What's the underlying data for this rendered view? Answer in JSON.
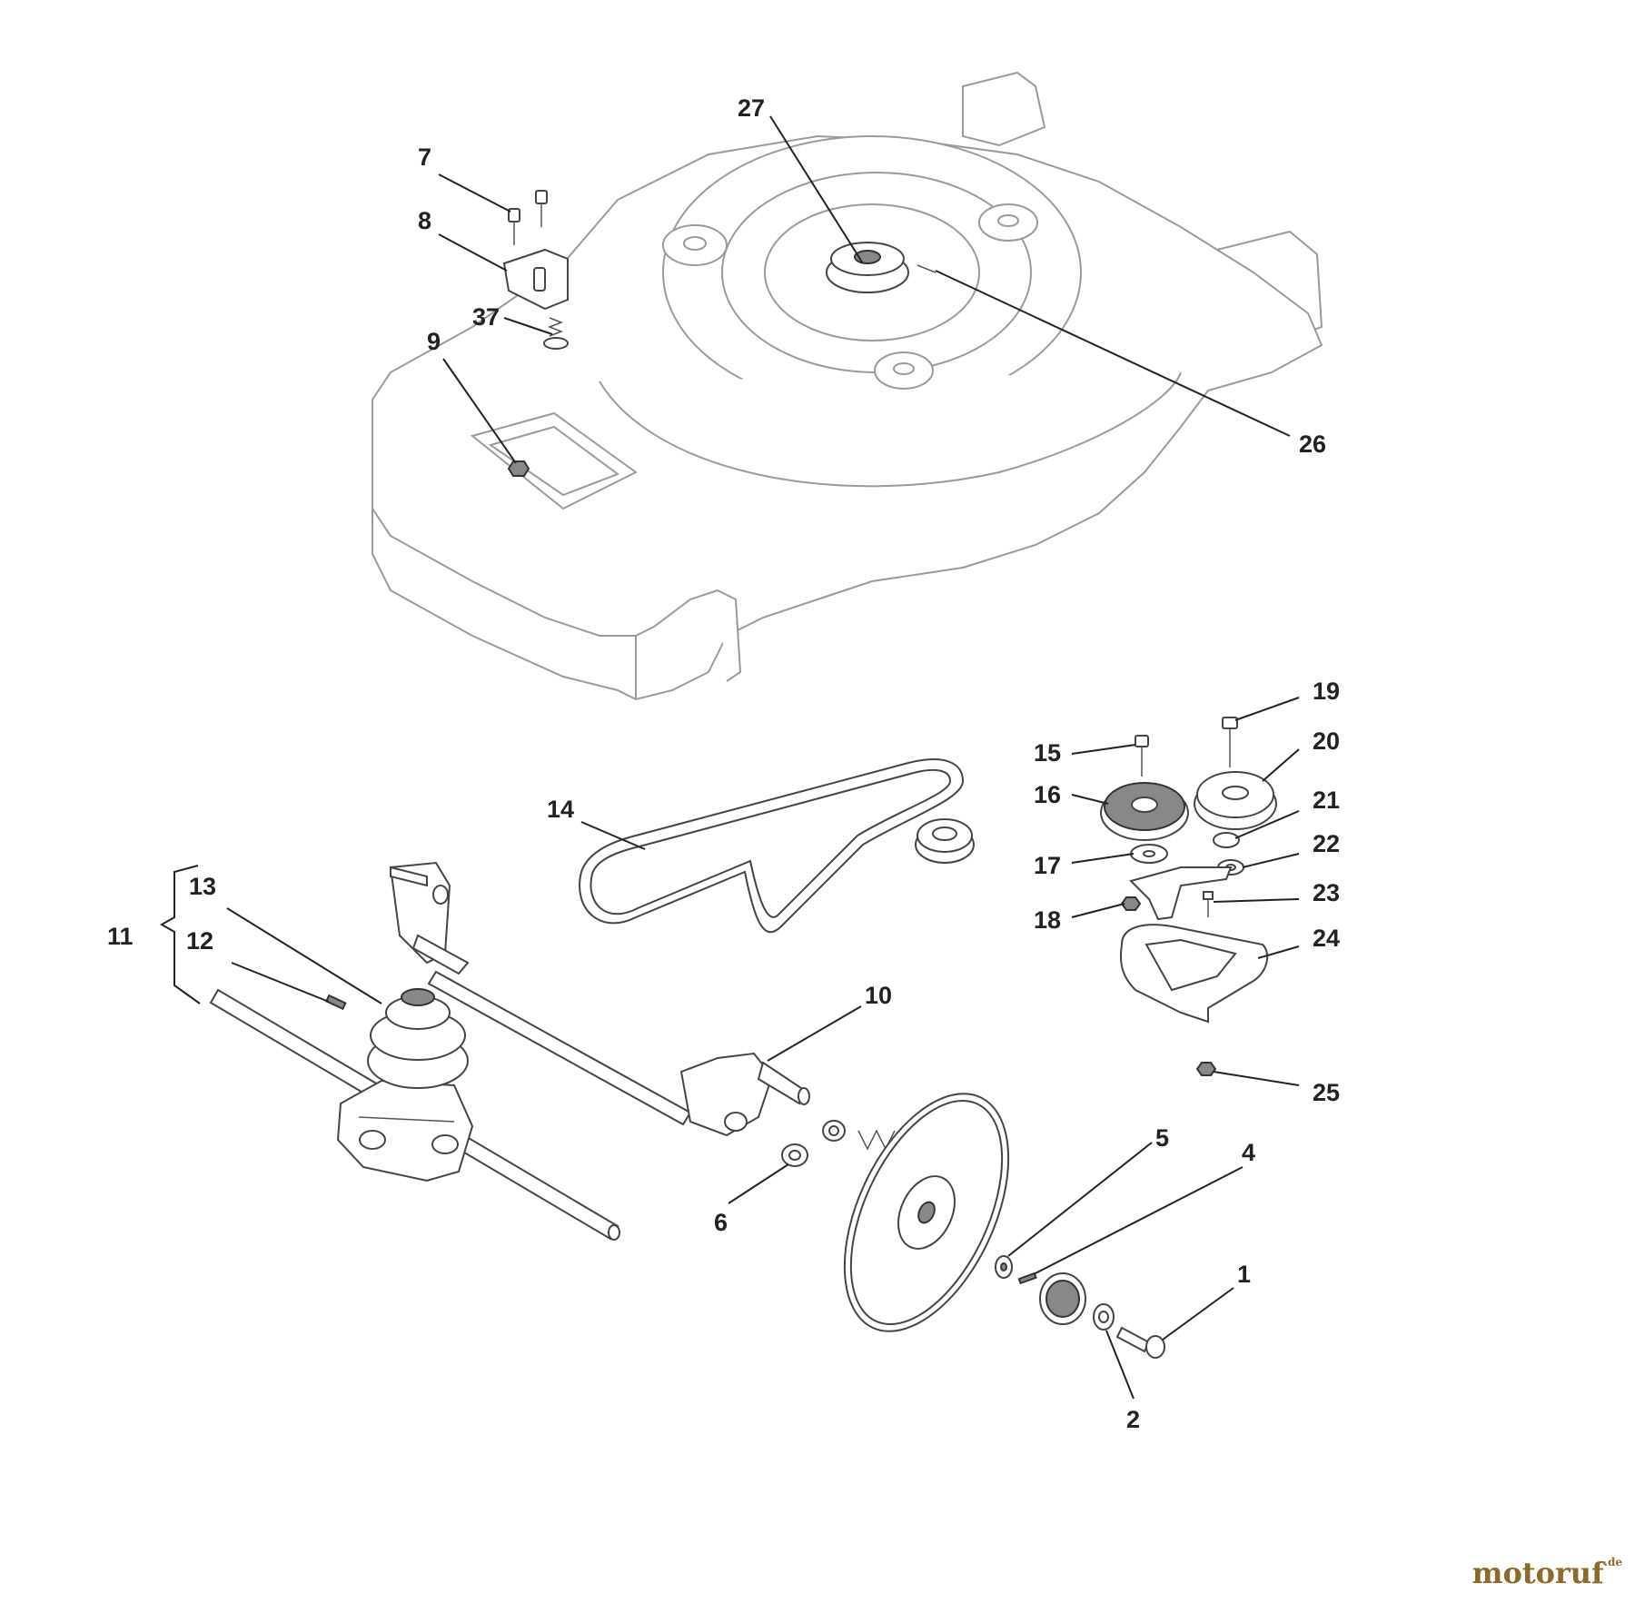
{
  "callouts": {
    "c1": "1",
    "c2": "2",
    "c4": "4",
    "c5": "5",
    "c6": "6",
    "c7": "7",
    "c8": "8",
    "c9": "9",
    "c10": "10",
    "c11": "11",
    "c12": "12",
    "c13": "13",
    "c14": "14",
    "c15": "15",
    "c16": "16",
    "c17": "17",
    "c18": "18",
    "c19": "19",
    "c20": "20",
    "c21": "21",
    "c22": "22",
    "c23": "23",
    "c24": "24",
    "c25": "25",
    "c26": "26",
    "c27": "27",
    "c37": "37"
  },
  "watermark": {
    "brand": "motoruf",
    "suffix": ".de"
  }
}
